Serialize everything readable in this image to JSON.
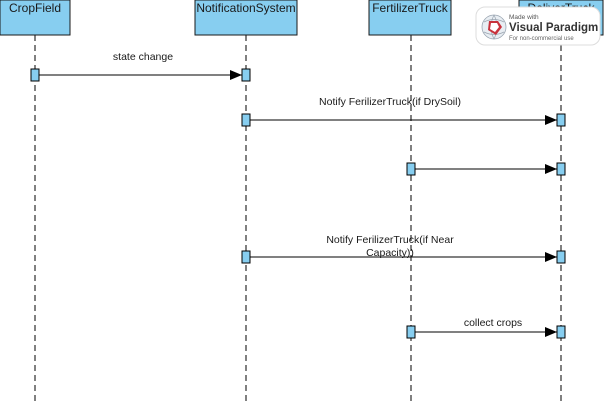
{
  "diagram": {
    "participants": [
      {
        "id": "crop_field",
        "name": "CropField"
      },
      {
        "id": "notification_system",
        "name": "NotificationSystem"
      },
      {
        "id": "fertilizer_truck",
        "name": "FertilizerTruck"
      },
      {
        "id": "deliver_truck",
        "name": "DeliverTruck"
      }
    ],
    "messages": [
      {
        "id": "m1",
        "from": "crop_field",
        "to": "notification_system",
        "lines": [
          "state change"
        ]
      },
      {
        "id": "m2",
        "from": "notification_system",
        "to": "deliver_truck",
        "lines": [
          "Notify FerilizerTruck(if DrySoil)"
        ]
      },
      {
        "id": "m3",
        "from": "fertilizer_truck",
        "to": "deliver_truck",
        "lines": []
      },
      {
        "id": "m4",
        "from": "notification_system",
        "to": "deliver_truck",
        "lines": [
          "Notify FerilizerTruck(if Near",
          "Capacity))"
        ]
      },
      {
        "id": "m5",
        "from": "fertilizer_truck",
        "to": "deliver_truck",
        "lines": [
          "collect  crops"
        ]
      }
    ]
  },
  "watermark": {
    "made_with": "Made with",
    "brand": "Visual Paradigm",
    "license": "For non-commercial use"
  },
  "colors": {
    "head_fill": "#87cef0",
    "head_stroke": "#1a1a1a",
    "activation_fill": "#87cef0",
    "line": "#000000"
  }
}
